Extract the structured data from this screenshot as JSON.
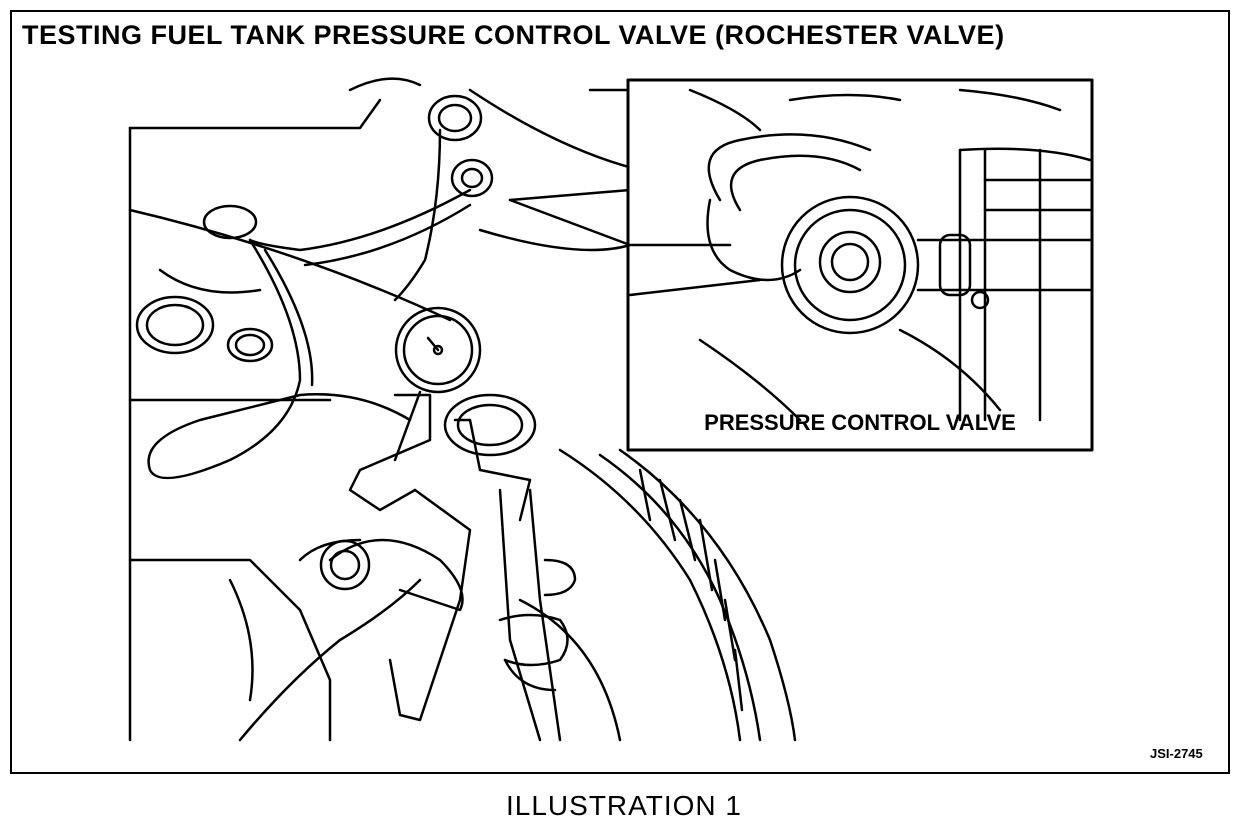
{
  "title": "TESTING FUEL TANK PRESSURE CONTROL VALVE (ROCHESTER VALVE)",
  "inset_label": "PRESSURE CONTROL VALVE",
  "figure_ref": "JSI-2745",
  "caption": "ILLUSTRATION 1"
}
